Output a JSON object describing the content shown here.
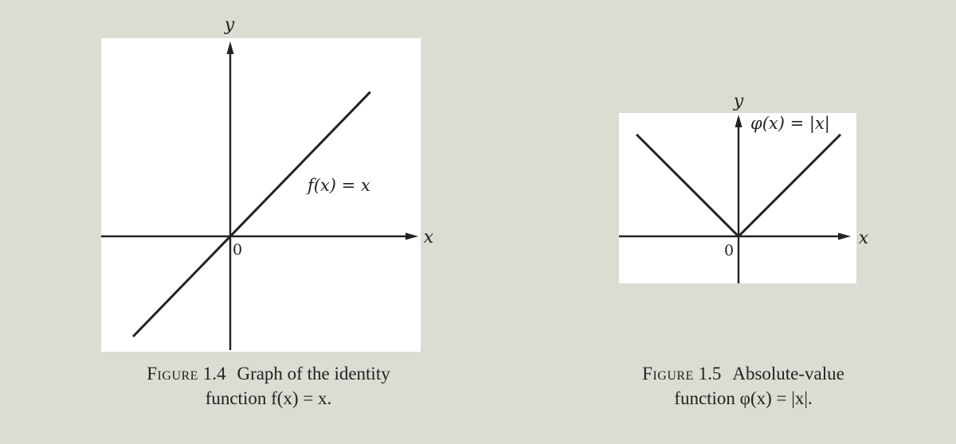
{
  "colors": {
    "background": "#dcdcd3",
    "panel": "#ffffff",
    "ink": "#222222"
  },
  "chart_data": [
    {
      "type": "line",
      "title": "",
      "xlabel": "x",
      "ylabel": "y",
      "origin_label": "0",
      "xlim": [
        -1.3,
        1.8
      ],
      "ylim": [
        -1.3,
        1.8
      ],
      "series": [
        {
          "name": "f(x) = x",
          "x": [
            -1.0,
            1.44
          ],
          "y": [
            -1.0,
            1.44
          ]
        }
      ],
      "annotation": "f(x) = x",
      "grid": false,
      "caption": {
        "figure_label": "Figure",
        "figure_number": "1.4",
        "text_line1": "Graph of the identity",
        "text_line2": "function f(x) = x."
      }
    },
    {
      "type": "line",
      "title": "",
      "xlabel": "x",
      "ylabel": "y",
      "origin_label": "0",
      "xlim": [
        -1.15,
        1.15
      ],
      "ylim": [
        -0.4,
        1.05
      ],
      "series": [
        {
          "name": "φ(x) = |x|",
          "x": [
            -1.0,
            0.0,
            1.0
          ],
          "y": [
            1.0,
            0.0,
            1.0
          ]
        }
      ],
      "annotation": "φ(x) = |x|",
      "grid": false,
      "caption": {
        "figure_label": "Figure",
        "figure_number": "1.5",
        "text_line1": "Absolute-value",
        "text_line2": "function φ(x) = |x|."
      }
    }
  ]
}
